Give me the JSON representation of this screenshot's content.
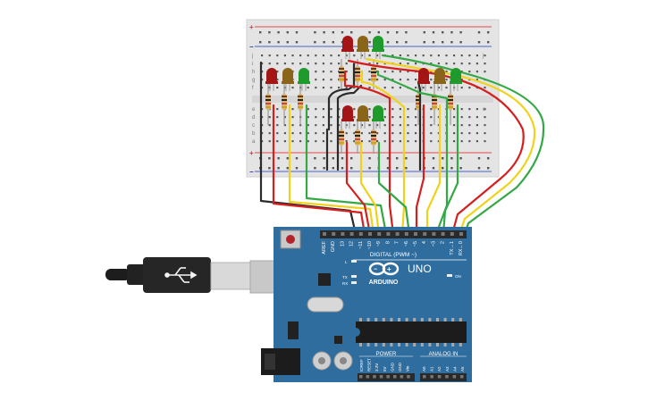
{
  "breadboard": {
    "row_letters_top": [
      "j",
      "i",
      "h",
      "g",
      "f"
    ],
    "row_letters_bottom": [
      "e",
      "d",
      "c",
      "b",
      "a"
    ],
    "rail_plus": "+",
    "rail_minus": "−"
  },
  "arduino": {
    "brand": "ARDUINO",
    "model": "UNO",
    "digital_label": "DIGITAL (PWM ~)",
    "analog_label": "ANALOG IN",
    "power_label": "POWER",
    "on_label": "ON",
    "l_label": "L",
    "tx_label": "TX",
    "rx_label": "RX",
    "top_pins": [
      "AREF",
      "GND",
      "13",
      "12",
      "~11",
      "~10",
      "~9",
      "8",
      "7",
      "~6",
      "~5",
      "4",
      "~3",
      "2",
      "TX→1",
      "RX←0"
    ],
    "power_pins": [
      "IOREF",
      "RESET",
      "3.3V",
      "5V",
      "GND",
      "GND",
      "Vin"
    ],
    "analog_pins": [
      "A0",
      "A1",
      "A2",
      "A3",
      "A4",
      "A5"
    ]
  },
  "colors": {
    "board": "#2f6d9e",
    "breadboard": "#e6e6e6",
    "led_red": "#a41515",
    "led_yellow": "#8a6418",
    "led_green": "#1f9a2c",
    "wire_red": "#d51f1f",
    "wire_yellow": "#f0d21c",
    "wire_green": "#33a845",
    "wire_black": "#2b2b2b"
  }
}
